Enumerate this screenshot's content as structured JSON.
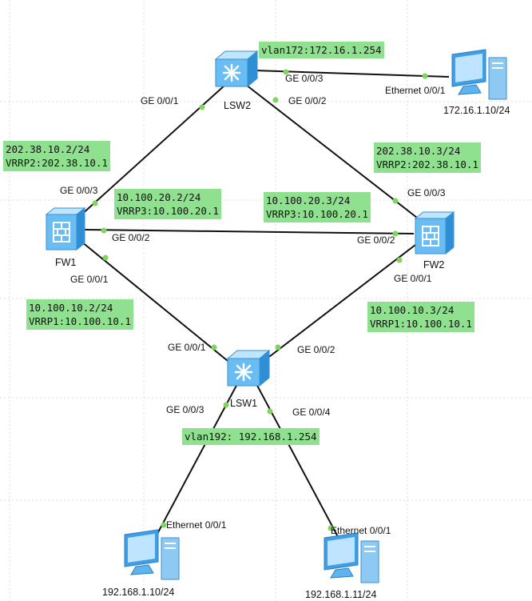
{
  "devices": {
    "lsw2": {
      "label": "LSW2"
    },
    "lsw1": {
      "label": "LSW1"
    },
    "fw1": {
      "label": "FW1"
    },
    "fw2": {
      "label": "FW2"
    },
    "pc_top": {
      "label": "172.16.1.10/24"
    },
    "pc_left": {
      "label": "192.168.1.10/24"
    },
    "pc_right": {
      "label": "192.168.1.11/24"
    }
  },
  "ports": {
    "lsw2_ge003": "GE 0/0/3",
    "lsw2_ge001": "GE 0/0/1",
    "lsw2_ge002": "GE 0/0/2",
    "pc_top_eth": "Ethernet 0/0/1",
    "fw1_ge003": "GE 0/0/3",
    "fw1_ge002": "GE 0/0/2",
    "fw1_ge001": "GE 0/0/1",
    "fw2_ge003": "GE 0/0/3",
    "fw2_ge002": "GE 0/0/2",
    "fw2_ge001": "GE 0/0/1",
    "lsw1_ge001": "GE 0/0/1",
    "lsw1_ge002": "GE 0/0/2",
    "lsw1_ge003": "GE 0/0/3",
    "lsw1_ge004": "GE 0/0/4",
    "pc_left_eth": "Ethernet 0/0/1",
    "pc_right_eth": "Ethernet 0/0/1"
  },
  "tags": {
    "vlan172": "vlan172:172.16.1.254",
    "fw1_wan_ip": "202.38.10.2/24",
    "fw1_wan_vrrp": "VRRP2:202.38.10.1",
    "fw1_sync_ip": "10.100.20.2/24",
    "fw1_sync_vrrp": "VRRP3:10.100.20.1",
    "fw2_wan_ip": "202.38.10.3/24",
    "fw2_wan_vrrp": "VRRP2:202.38.10.1",
    "fw2_sync_ip": "10.100.20.3/24",
    "fw2_sync_vrrp": "VRRP3:10.100.20.1",
    "fw1_lan_ip": "10.100.10.2/24",
    "fw1_lan_vrrp": "VRRP1:10.100.10.1",
    "fw2_lan_ip": "10.100.10.3/24",
    "fw2_lan_vrrp": "VRRP1:10.100.10.1",
    "vlan192": "vlan192: 192.168.1.254"
  },
  "colors": {
    "link": "#111111",
    "port_dot": "#7ed65a",
    "tag_bg": "#8fe08f",
    "device_blue": "#5fb8f0"
  }
}
